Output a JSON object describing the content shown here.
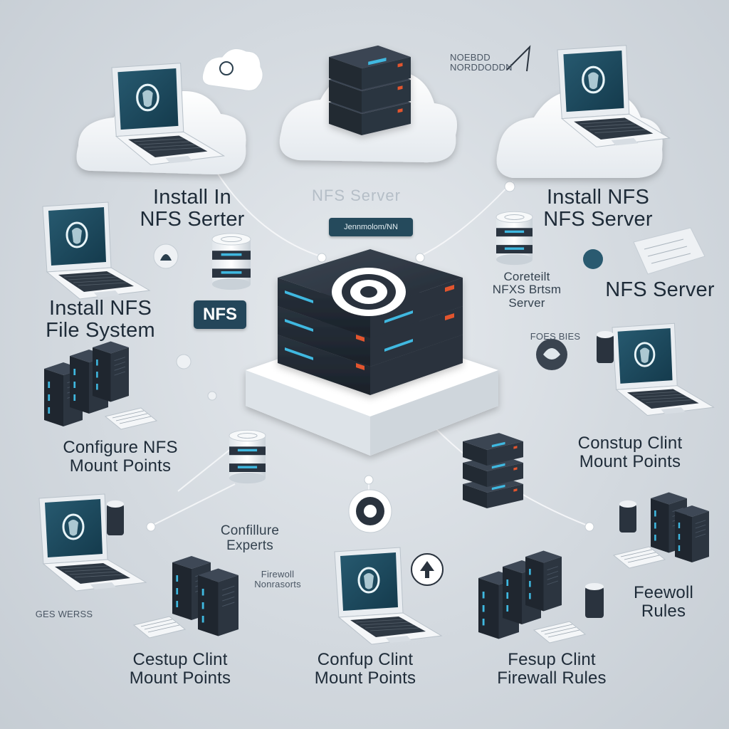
{
  "labels": {
    "top_left": [
      "Install In",
      "NFS Serter"
    ],
    "top_right": [
      "Install NFS",
      "NFS Server"
    ],
    "left_mid": [
      "Install NFS",
      "File System"
    ],
    "center_right": [
      "Coreteilt",
      "NFXS Brtsm",
      "Server"
    ],
    "right_mid": "NFS Server",
    "left_lower": [
      "Configure NFS",
      "Mount Points"
    ],
    "right_lower": [
      "Constup Clint",
      "Mount Points"
    ],
    "center_lower": [
      "Confillure",
      "Experts"
    ],
    "firewall_small": [
      "Firewoll",
      "Nonrasorts"
    ],
    "right_firewall": [
      "Feewoll",
      "Rules"
    ],
    "bottom_left": [
      "Cestup Clint",
      "Mount Points"
    ],
    "bottom_center": [
      "Confup Clint",
      "Mount Points"
    ],
    "bottom_right": [
      "Fesup Clint",
      "Firewall Rules"
    ],
    "top_right_small": [
      "NOEBDD",
      "NORDDODDN"
    ],
    "ghost_center": "NFS Server",
    "small_left": "GES WERSS",
    "small_right": "FOES BIES"
  },
  "badges": {
    "nfs": "NFS",
    "pill": "Jennmolom/NN"
  },
  "icons": [
    "cloud-icon",
    "server-stack-icon",
    "laptop-icon",
    "database-icon",
    "keyboard-icon",
    "arrow-up-icon",
    "shield-icon"
  ],
  "colors": {
    "background": "#d3d9df",
    "server_dark": "#2b3440",
    "accent_blue": "#3fb8e0",
    "accent_red": "#e2552e",
    "screen_teal": "#1d4e63",
    "badge_navy": "#24465a"
  }
}
